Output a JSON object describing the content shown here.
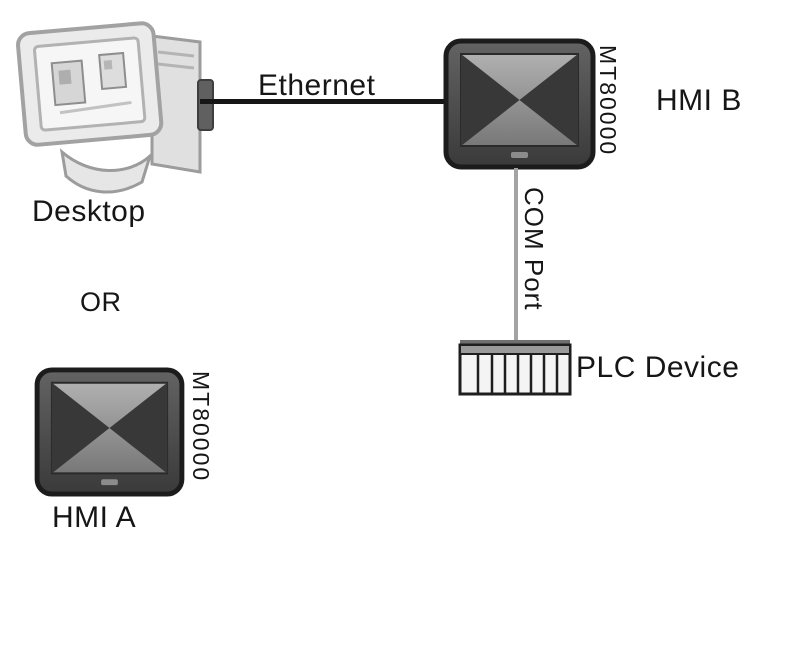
{
  "diagram": {
    "desktop": {
      "label": "Desktop"
    },
    "or_label": "OR",
    "connections": {
      "ethernet": {
        "label": "Ethernet"
      },
      "com_port": {
        "label": "COM Port"
      }
    },
    "devices": {
      "hmi_b": {
        "label": "HMI B",
        "model": "MT80000"
      },
      "hmi_a": {
        "label": "HMI A",
        "model": "MT80000"
      },
      "plc": {
        "label": "PLC Device"
      }
    },
    "colors": {
      "background": "#ffffff",
      "ethernet_line": "#161616",
      "com_port_line": "#a3a3a3",
      "hmi_bezel": "#4a4a4a",
      "hmi_screen_dark": "#383838",
      "text": "#161616"
    }
  }
}
